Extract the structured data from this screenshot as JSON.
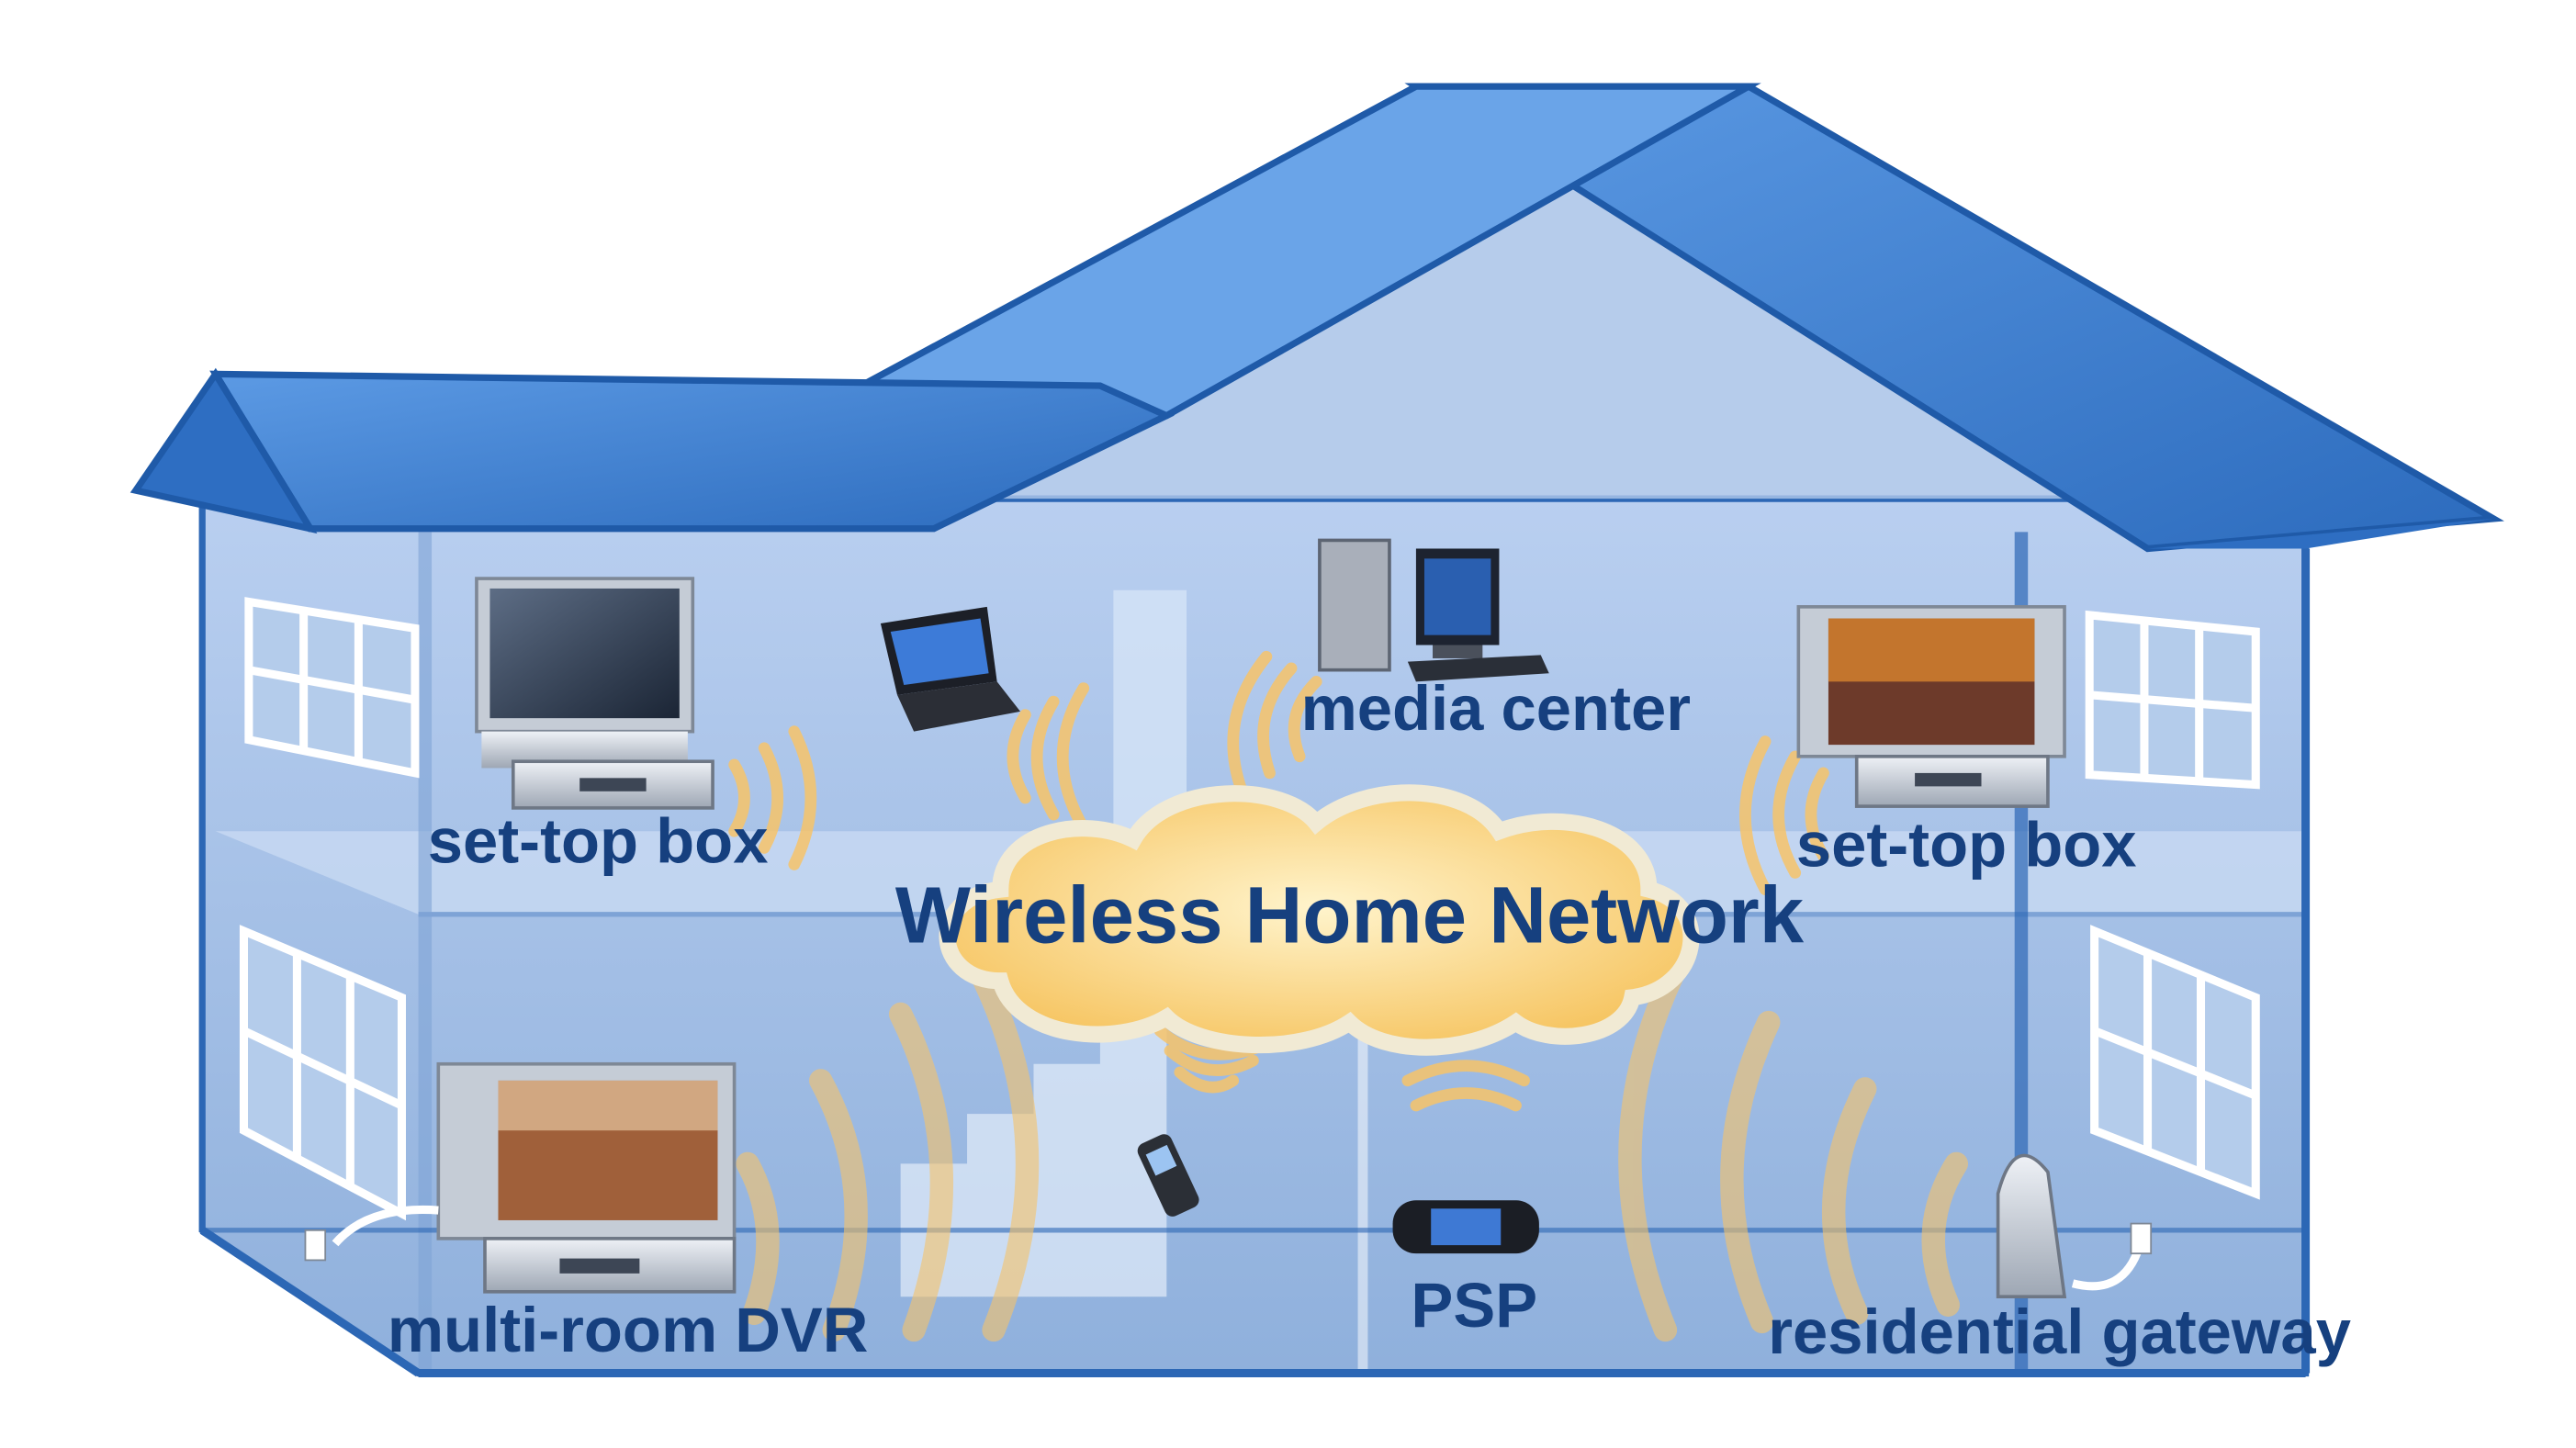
{
  "diagram": {
    "cloud_label": "Wireless Home Network",
    "devices": [
      {
        "id": "settop-left",
        "label": "set-top box"
      },
      {
        "id": "media-center",
        "label": "media center"
      },
      {
        "id": "settop-right",
        "label": "set-top box"
      },
      {
        "id": "dvr",
        "label": "multi-room DVR"
      },
      {
        "id": "psp",
        "label": "PSP"
      },
      {
        "id": "gateway",
        "label": "residential gateway"
      }
    ]
  },
  "colors": {
    "house_fill": "#9fbce0",
    "house_stroke": "#2c67b5",
    "roof": "#3a7dd0",
    "signal": "#f7c46a",
    "cloud": "#fbd98a",
    "label": "#16407f"
  }
}
